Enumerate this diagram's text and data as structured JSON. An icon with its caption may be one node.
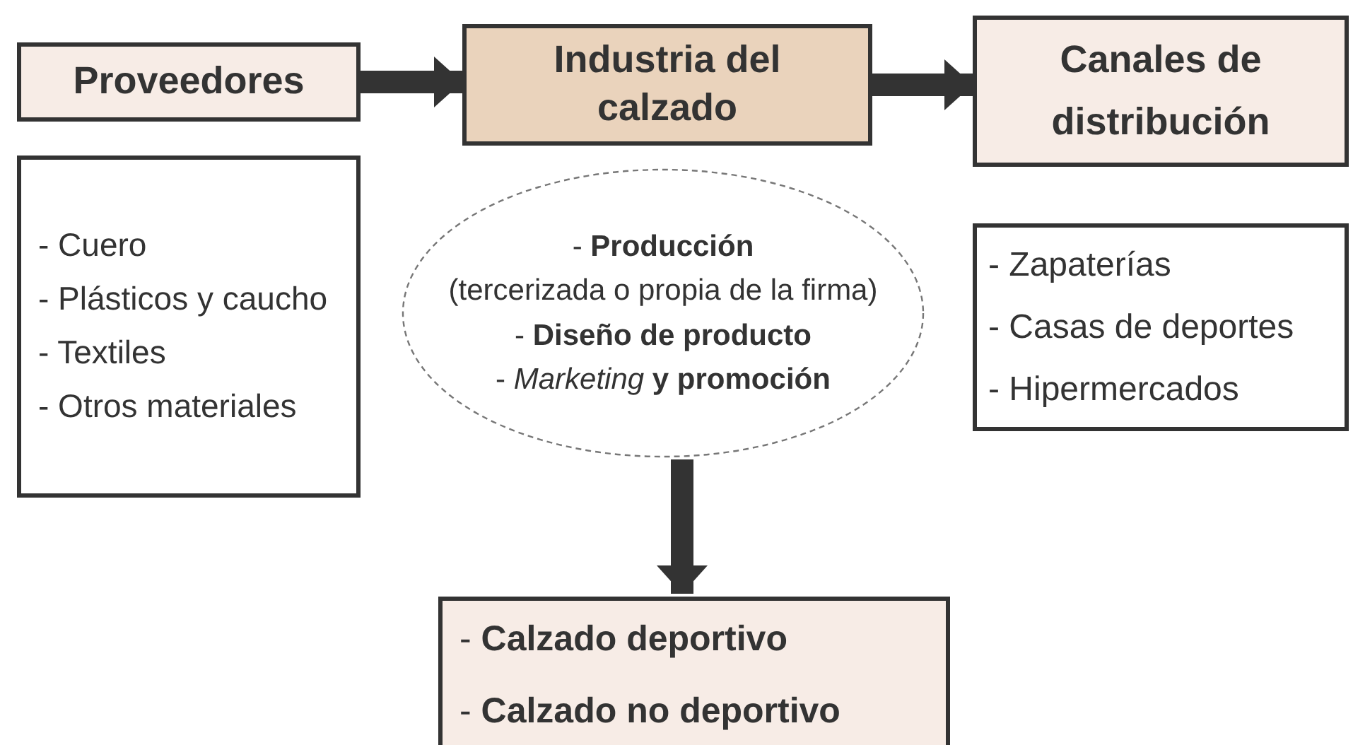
{
  "diagram": {
    "nodes": [
      {
        "text": [
          "Proveedores"
        ]
      },
      {
        "text": [
          "Industria del calzado"
        ]
      },
      {
        "text": [
          "Canales de distribución"
        ]
      },
      {
        "text": [
          "- Cuero",
          "- Plásticos y caucho",
          "- Textiles",
          "- Otros materiales"
        ]
      },
      {
        "text": [
          "- **Producción**",
          "(tercerizada o propia de la firma)",
          "- **Diseño de producto**",
          "- *Marketing* **y promoción**"
        ]
      },
      {
        "text": [
          "- Zapaterías",
          "- Casas de deportes",
          "- Hipermercados"
        ]
      },
      {
        "text": [
          "- **Calzado deportivo**",
          "- **Calzado no deportivo**"
        ]
      }
    ],
    "edges": [
      {
        "from": 0,
        "to": 1,
        "arrow": "to"
      },
      {
        "from": 1,
        "to": 2,
        "arrow": "to"
      },
      {
        "from": 4,
        "to": 6,
        "arrow": "to"
      }
    ]
  }
}
